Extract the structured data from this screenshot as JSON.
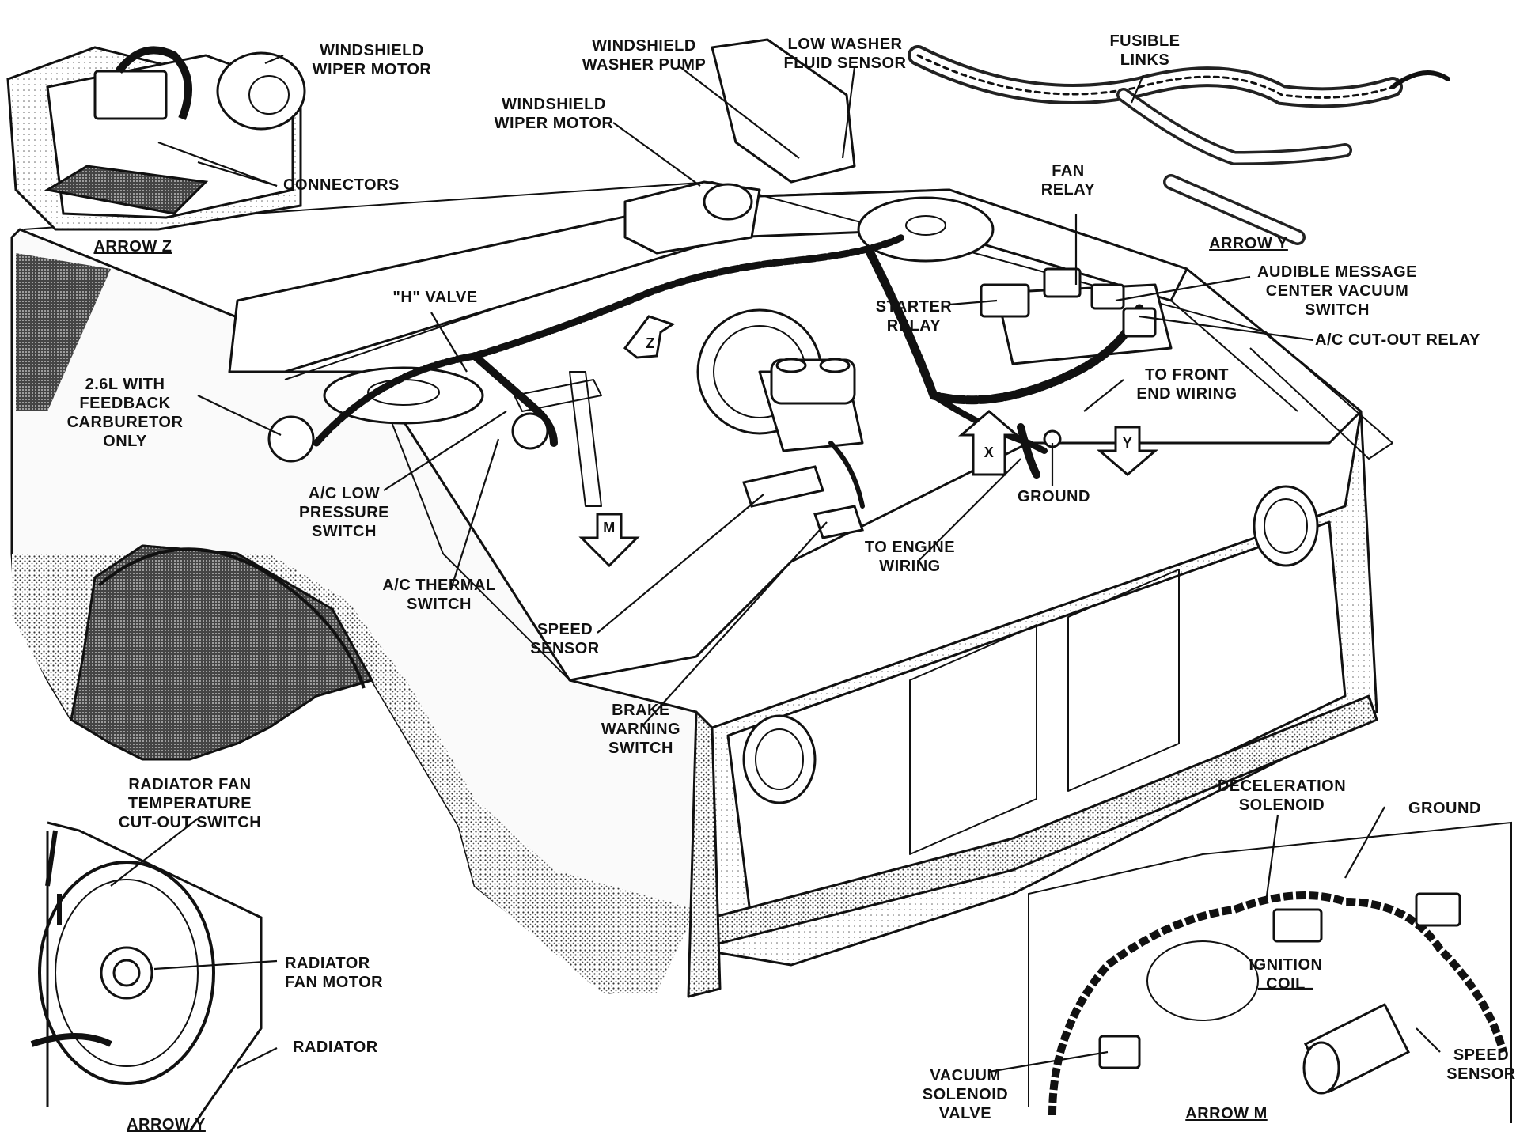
{
  "labels": {
    "windshield_wiper_motor_z": "WINDSHIELD\nWIPER MOTOR",
    "connectors": "CONNECTORS",
    "arrow_z": "ARROW Z",
    "windshield_washer_pump": "WINDSHIELD\nWASHER PUMP",
    "low_washer_fluid_sensor": "LOW WASHER\nFLUID SENSOR",
    "fusible_links": "FUSIBLE\nLINKS",
    "windshield_wiper_motor_main": "WINDSHIELD\nWIPER MOTOR",
    "fan_relay": "FAN\nRELAY",
    "arrow_y_top": "ARROW Y",
    "audible_message": "AUDIBLE MESSAGE\nCENTER VACUUM\nSWITCH",
    "h_valve": "\"H\" VALVE",
    "starter_relay": "STARTER\nRELAY",
    "ac_cutout_relay": "A/C CUT-OUT RELAY",
    "feedback_carb": "2.6L WITH\nFEEDBACK\nCARBURETOR\nONLY",
    "to_front_end_wiring": "TO FRONT\nEND WIRING",
    "ground_main": "GROUND",
    "ac_low_pressure": "A/C LOW\nPRESSURE\nSWITCH",
    "to_engine_wiring": "TO ENGINE\nWIRING",
    "ac_thermal": "A/C THERMAL\nSWITCH",
    "speed_sensor_main": "SPEED\nSENSOR",
    "brake_warning": "BRAKE\nWARNING\nSWITCH",
    "radiator_fan_temp": "RADIATOR FAN\nTEMPERATURE\nCUT-OUT SWITCH",
    "deceleration_solenoid": "DECELERATION\nSOLENOID",
    "ground_m": "GROUND",
    "radiator_fan_motor": "RADIATOR\nFAN MOTOR",
    "ignition_coil": "IGNITION\nCOIL",
    "radiator": "RADIATOR",
    "speed_sensor_m": "SPEED\nSENSOR",
    "vacuum_solenoid": "VACUUM\nSOLENOID\nVALVE",
    "arrow_y_bottom": "ARROW Y",
    "arrow_m": "ARROW M"
  },
  "markers": {
    "z": "Z",
    "x": "X",
    "y": "Y",
    "m": "M"
  }
}
